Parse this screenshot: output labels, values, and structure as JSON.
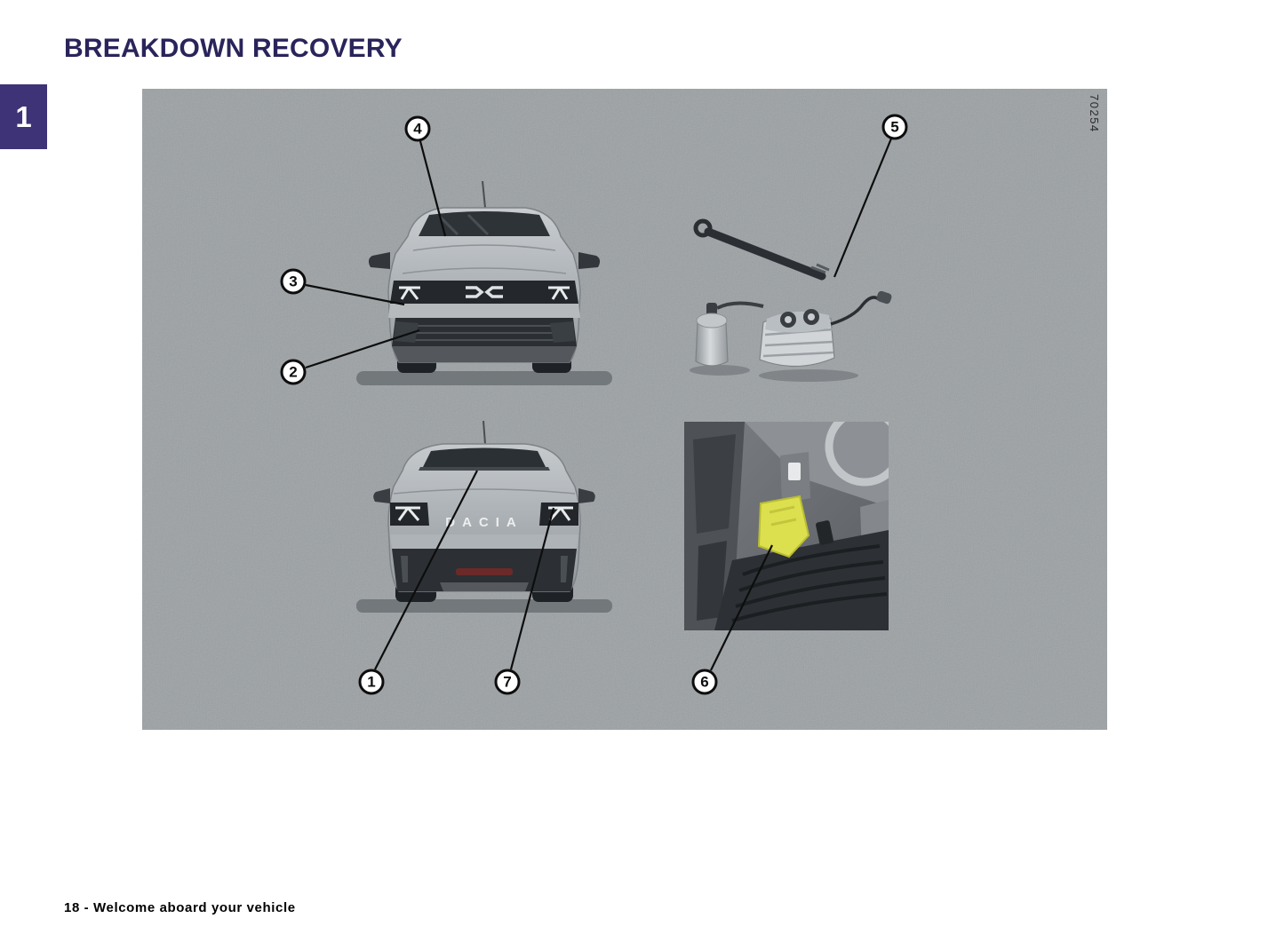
{
  "page": {
    "title": "BREAKDOWN RECOVERY",
    "section_number": "1",
    "figure_ref": "70254",
    "footer": "18 - Welcome aboard your vehicle"
  },
  "callouts": [
    {
      "id": 4,
      "label": "4"
    },
    {
      "id": 5,
      "label": "5"
    },
    {
      "id": 3,
      "label": "3"
    },
    {
      "id": 2,
      "label": "2"
    },
    {
      "id": 1,
      "label": "1"
    },
    {
      "id": 7,
      "label": "7"
    },
    {
      "id": 6,
      "label": "6"
    }
  ],
  "rear_view": {
    "brand_text": "DACIA"
  },
  "colors": {
    "accent_purple": "#3e3377",
    "title_ink": "#29245a",
    "asphalt_gray": "#9ba0a3",
    "highlight_yellow": "#dde04e"
  }
}
